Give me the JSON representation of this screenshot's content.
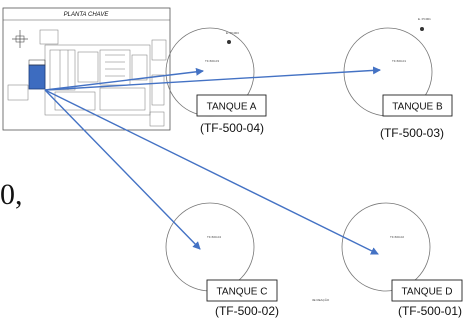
{
  "plan": {
    "title": "PLANTA CHAVE"
  },
  "fragment_text": "0,",
  "tanks": [
    {
      "name": "TANQUE A",
      "tag": "(TF-500-04)"
    },
    {
      "name": "TANQUE B",
      "tag": "(TF-500-03)"
    },
    {
      "name": "TANQUE C",
      "tag": "(TF-500-02)"
    },
    {
      "name": "TANQUE D",
      "tag": "(TF-500-01)"
    }
  ],
  "drawing_tags": {
    "tank_a_circle": "TF-500-03",
    "tank_b_circle": "TF-500-01",
    "tank_c_circle": "TF-500-04",
    "tank_d_circle": "TF-500-02",
    "marker_a": "E. PC003",
    "marker_b": "E. PC001",
    "bottom_note": "3E REAÇÃO"
  },
  "colors": {
    "arrow": "#4472c4",
    "highlight_box": "#3d6cc0"
  }
}
